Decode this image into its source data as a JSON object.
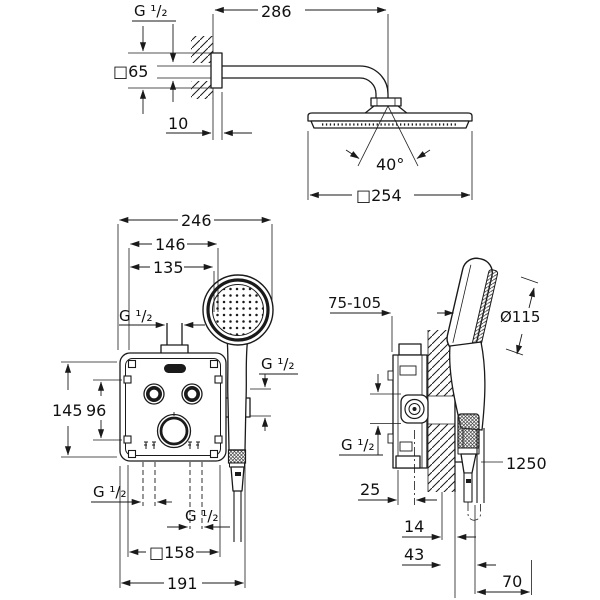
{
  "page": {
    "background": "#ffffff",
    "line_color": "#1a1a1a",
    "kind": "technical dimensional drawing of concealed thermostatic shower system"
  },
  "labels": {
    "arm_thread": "G ¹/₂",
    "arm_escutcheon_size": "□65",
    "arm_escutcheon_depth": "10",
    "arm_projection": "286",
    "head_spray_angle": "40°",
    "head_size": "□254",
    "front_width_overall": "246",
    "front_width_146": "146",
    "front_width_135": "135",
    "front_top_outlet_thread": "G ¹/₂",
    "front_height_overall": "145",
    "front_height_ports": "96",
    "front_holder_thread": "G ¹/₂",
    "front_inlet_left_thread": "G ¹/₂",
    "front_inlet_right_thread": "G ¹/₂",
    "front_plate_size": "□158",
    "front_width_191": "191",
    "side_depth_range": "75-105",
    "hand_shower_diameter": "Ø115",
    "side_port_thread": "G ¹/₂",
    "side_dim_25": "25",
    "side_dim_14": "14",
    "side_dim_43": "43",
    "side_dim_70": "70",
    "hose_length": "1250"
  }
}
